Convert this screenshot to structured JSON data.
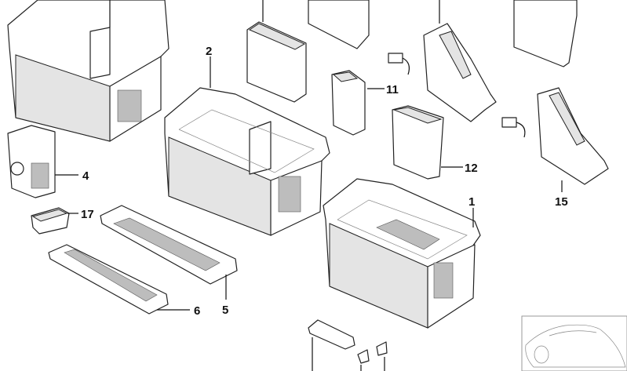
{
  "diagram": {
    "callouts": [
      {
        "id": "1",
        "label": "1"
      },
      {
        "id": "2",
        "label": "2"
      },
      {
        "id": "4",
        "label": "4"
      },
      {
        "id": "5",
        "label": "5"
      },
      {
        "id": "6",
        "label": "6"
      },
      {
        "id": "11",
        "label": "11"
      },
      {
        "id": "12",
        "label": "12"
      },
      {
        "id": "15",
        "label": "15"
      },
      {
        "id": "17",
        "label": "17"
      }
    ]
  }
}
